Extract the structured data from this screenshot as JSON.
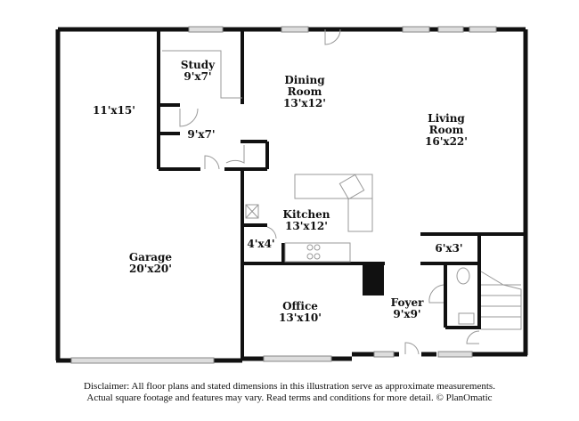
{
  "rooms": [
    {
      "name": "Garage",
      "dims": "20'x20'"
    },
    {
      "name": "",
      "dims": "11'x15'"
    },
    {
      "name": "Study",
      "dims": "9'x7'"
    },
    {
      "name": "",
      "dims": "9'x7'"
    },
    {
      "name": "Dining Room",
      "dims": "13'x12'"
    },
    {
      "name": "Living Room",
      "dims": "16'x22'"
    },
    {
      "name": "Kitchen",
      "dims": "13'x12'"
    },
    {
      "name": "",
      "dims": "4'x4'"
    },
    {
      "name": "",
      "dims": "6'x3'"
    },
    {
      "name": "Office",
      "dims": "13'x10'"
    },
    {
      "name": "Foyer",
      "dims": "9'x9'"
    }
  ],
  "disclaimer": {
    "line1": "Disclaimer: All floor plans and stated dimensions in this illustration serve as approximate measurements.",
    "line2": "Actual square footage and features may vary. Read terms and conditions for more detail. © PlanOmatic"
  },
  "colors": {
    "wall": "#111111",
    "fixture": "#999999",
    "window": "#dddddd"
  }
}
